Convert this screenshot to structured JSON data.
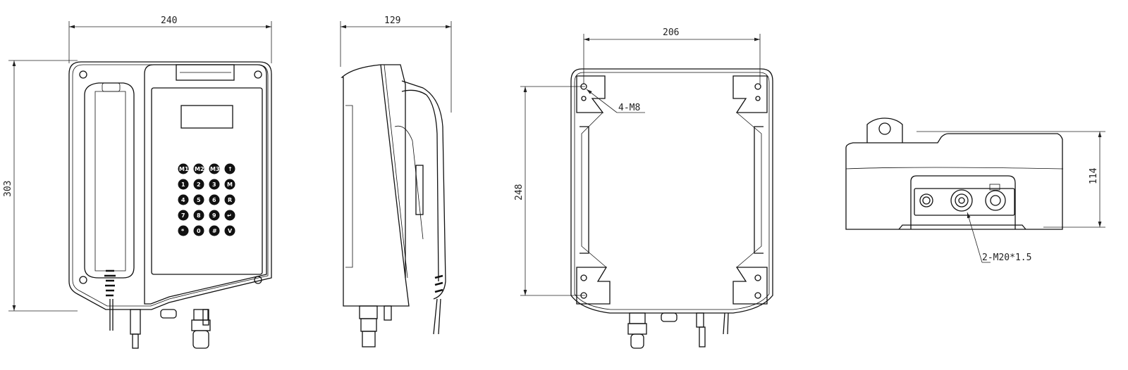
{
  "drawing": {
    "front_view": {
      "width_dim": "240",
      "height_dim": "303",
      "keypad": [
        "M1",
        "M2",
        "M3",
        "↑",
        "1",
        "2",
        "3",
        "M",
        "4",
        "5",
        "6",
        "R",
        "7",
        "8",
        "9",
        "↵",
        "*",
        "0",
        "#",
        "V"
      ]
    },
    "side_view": {
      "depth_dim": "129"
    },
    "back_view": {
      "hole_spacing_h": "206",
      "hole_spacing_v": "248",
      "hole_callout": "4-M8"
    },
    "bottom_view": {
      "height_dim": "114",
      "gland_callout": "2-M20*1.5"
    }
  }
}
